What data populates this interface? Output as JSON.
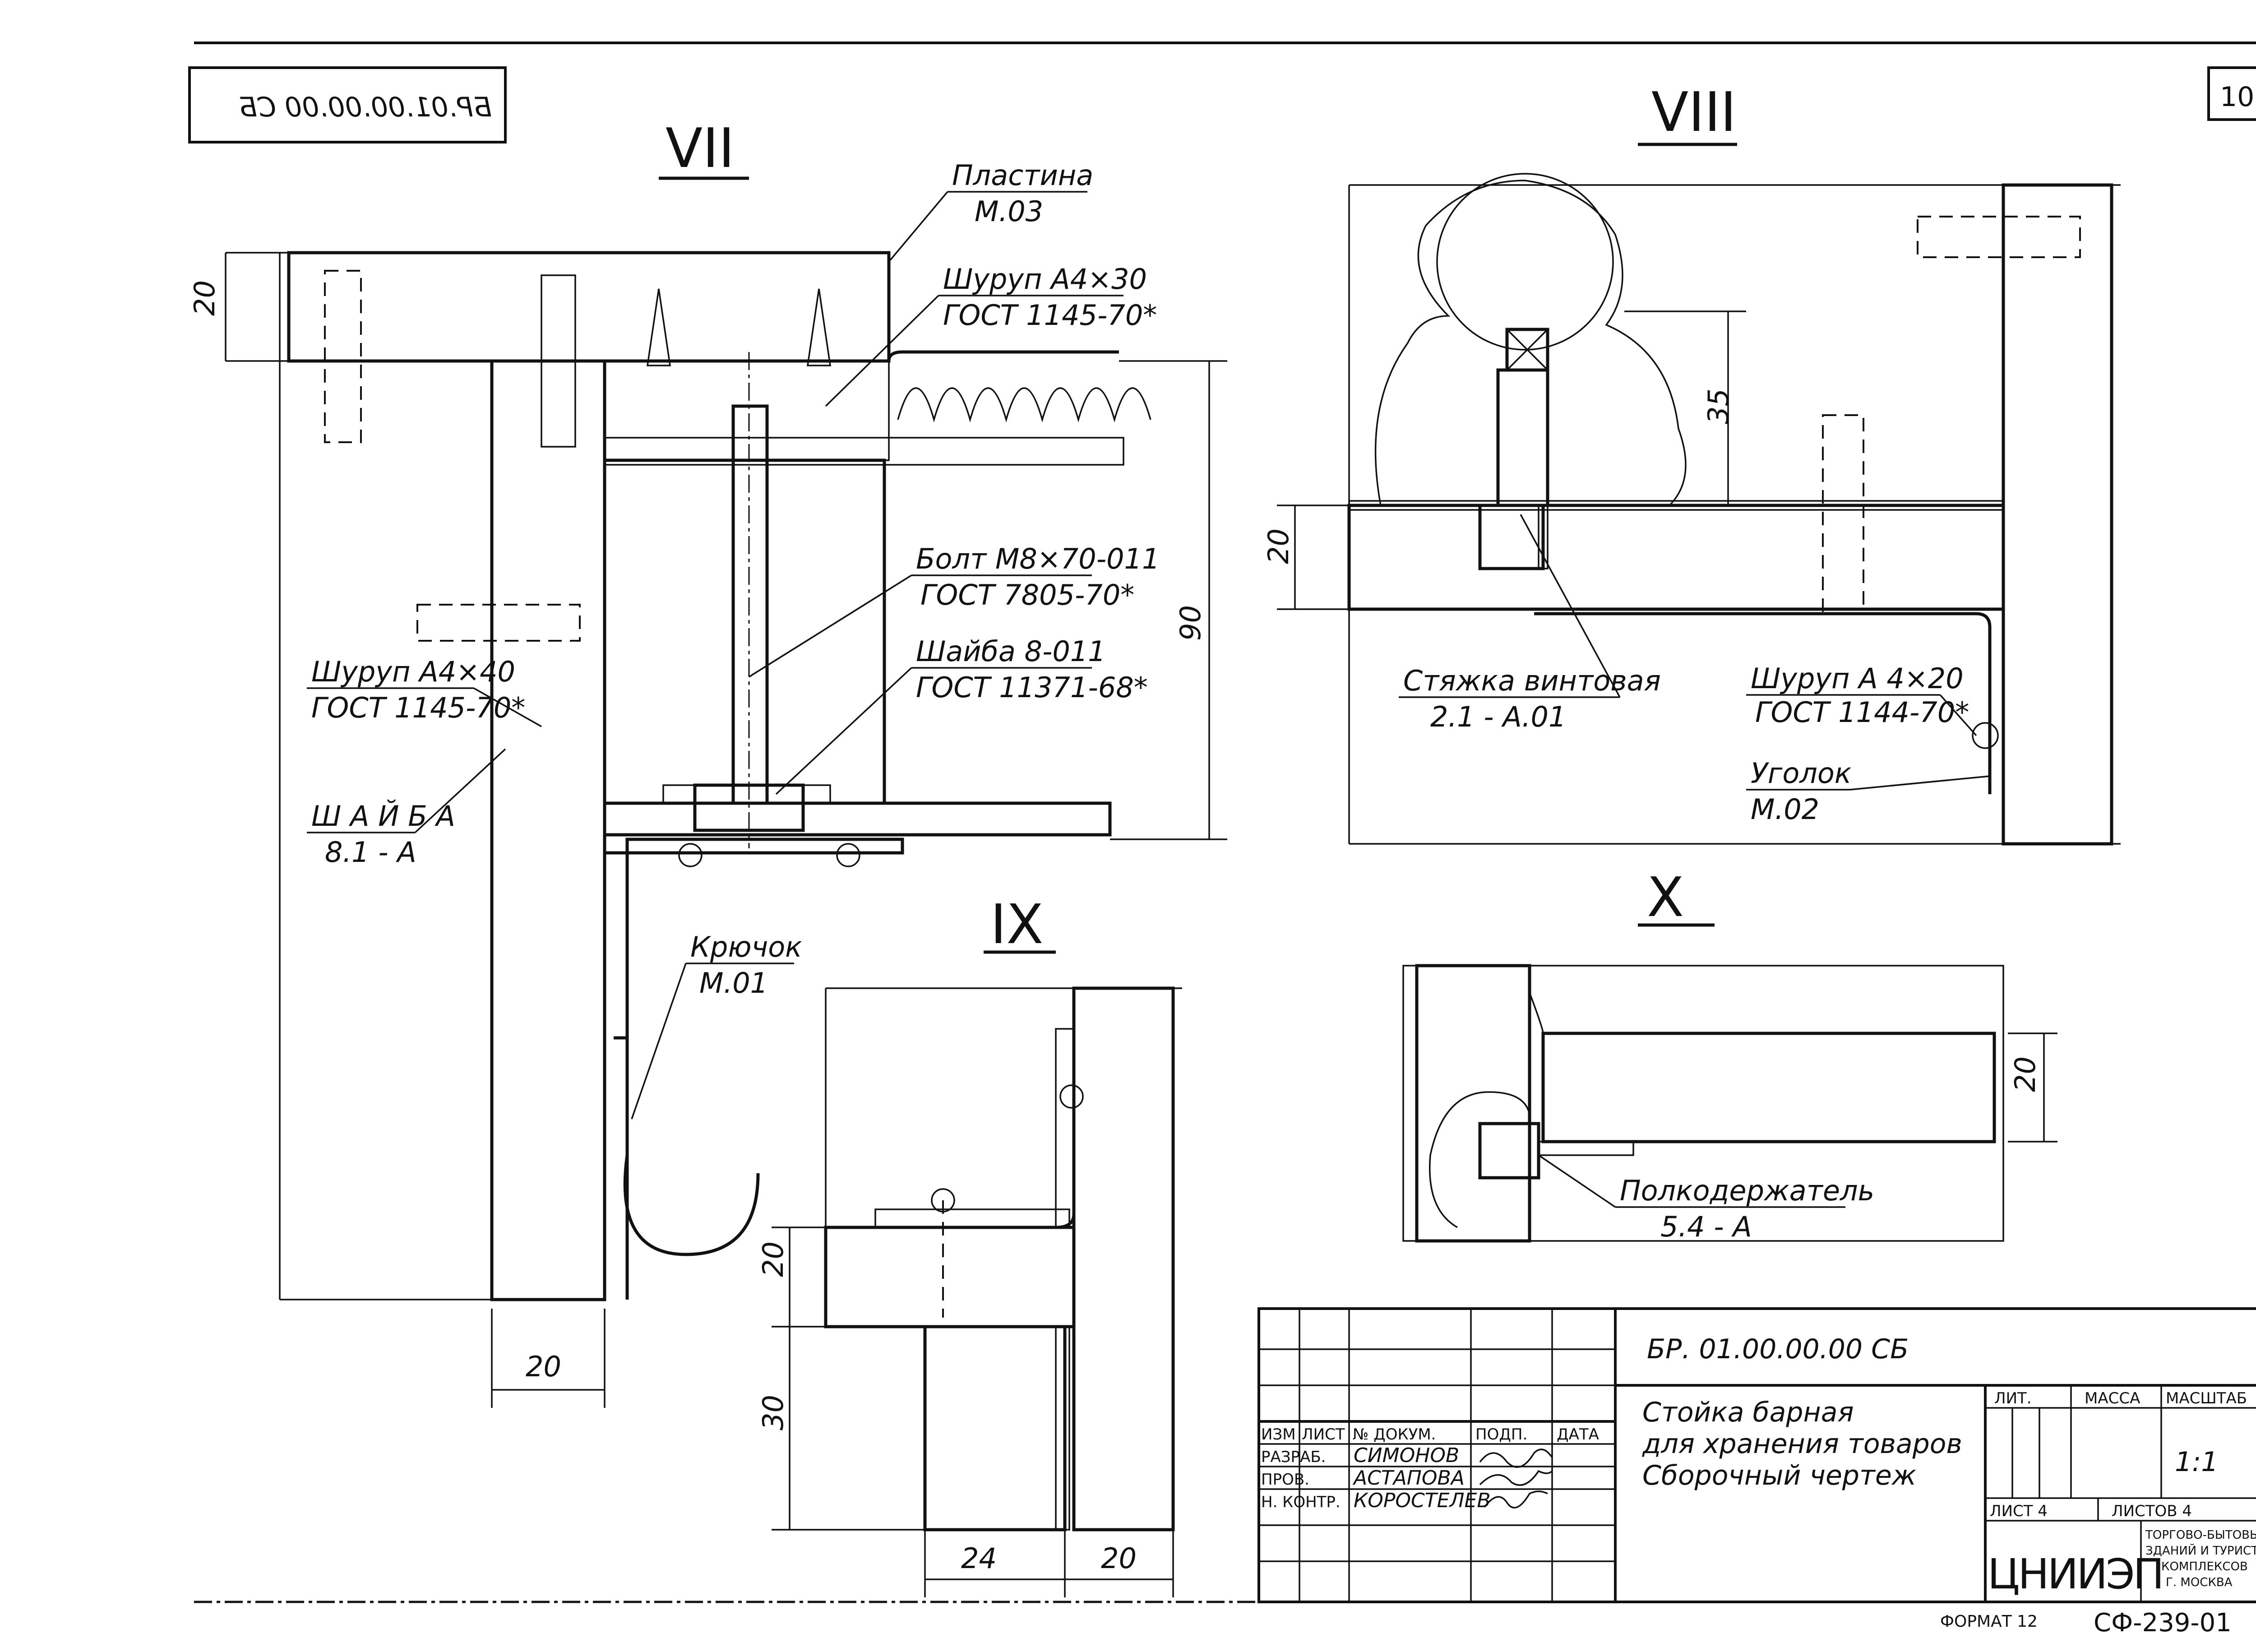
{
  "sheet": {
    "number": "10",
    "code_mirrored": "БР.01.00.00.00 СБ",
    "format": "ФОРМАТ 12",
    "series": "СФ-239-01"
  },
  "views": [
    {
      "id": "VII",
      "label": "VII"
    },
    {
      "id": "VIII",
      "label": "VIII"
    },
    {
      "id": "IX",
      "label": "IX"
    },
    {
      "id": "X",
      "label": "X"
    }
  ],
  "callouts": {
    "plastina": {
      "name": "Пластина",
      "ref": "М.03"
    },
    "shurup_30": {
      "name": "Шуруп А4×30",
      "ref": "ГОСТ 1145-70*"
    },
    "bolt": {
      "name": "Болт М8×70-011",
      "ref": "ГОСТ 7805-70*"
    },
    "shayba_8": {
      "name": "Шайба 8-011",
      "ref": "ГОСТ 11371-68*"
    },
    "shurup_40": {
      "name": "Шуруп А4×40",
      "ref": "ГОСТ 1145-70*"
    },
    "shayba_a": {
      "name": "Ш А Й Б А",
      "ref": "8.1 - А"
    },
    "kryuchok": {
      "name": "Крючок",
      "ref": "М.01"
    },
    "styazhka": {
      "name": "Стяжка винтовая",
      "ref": "2.1 - А.01"
    },
    "shurup_20": {
      "name": "Шуруп А 4×20",
      "ref": "ГОСТ 1144-70*"
    },
    "ugolok": {
      "name": "Уголок",
      "ref": "М.02"
    },
    "polkoderzhatel": {
      "name": "Полкодержатель",
      "ref": "5.4 - А"
    }
  },
  "dims": {
    "vii_top": "20",
    "vii_height": "90",
    "vii_bottom": "20",
    "viii_35": "35",
    "viii_20": "20",
    "ix_20": "20",
    "ix_30": "30",
    "ix_24": "24",
    "ix_20b": "20",
    "x_20": "20"
  },
  "title_block": {
    "code": "БР. 01.00.00.00 СБ",
    "title_l1": "Стойка барная",
    "title_l2": "для хранения товаров",
    "title_l3": "Сборочный чертеж",
    "hdr_izm": "ИЗМ",
    "hdr_list": "ЛИСТ",
    "hdr_doc": "№ ДОКУМ.",
    "hdr_sign": "ПОДП.",
    "hdr_date": "ДАТА",
    "role1": "РАЗРАБ.",
    "name1": "СИМОНОВ",
    "role2": "ПРОВ.",
    "name2": "АСТАПОВА",
    "role3": "Н. КОНТР.",
    "name3": "КОРОСТЕЛЕВ",
    "lit": "ЛИТ.",
    "mass": "МАССА",
    "scale_hdr": "МАСШТАБ",
    "scale": "1:1",
    "sheet": "ЛИСТ 4",
    "sheets": "ЛИСТОВ 4",
    "org_logo": "ЦНИИЭП",
    "org_l1": "ТОРГОВО-БЫТОВЫХ",
    "org_l2": "ЗДАНИЙ И ТУРИСТСКИХ",
    "org_l3": "КОМПЛЕКСОВ",
    "org_l4": "Г. МОСКВА"
  }
}
